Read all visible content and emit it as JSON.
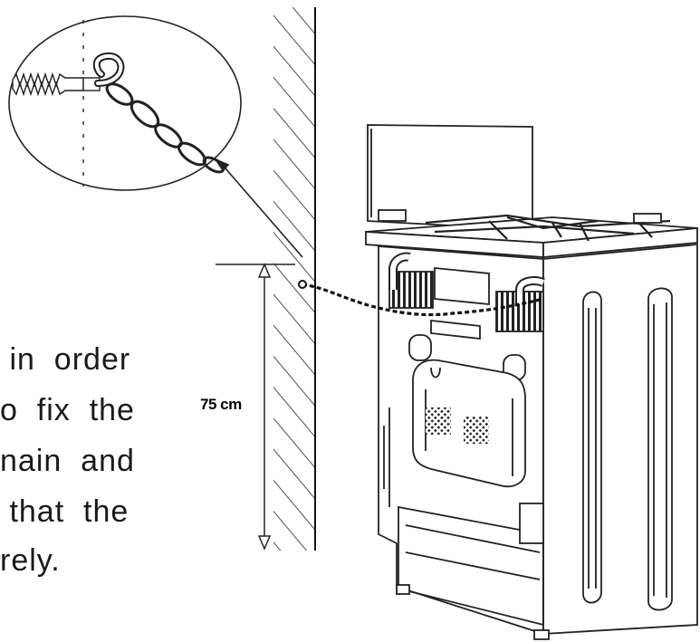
{
  "caption": {
    "line1": " in  order",
    "line2": "o  fix  the",
    "line3": "nain  and",
    "line4": " that  the",
    "line5": "rely."
  },
  "dimension": {
    "label": "75 cm"
  },
  "colors": {
    "ink": "#1a1a1a",
    "background": "#ffffff"
  }
}
